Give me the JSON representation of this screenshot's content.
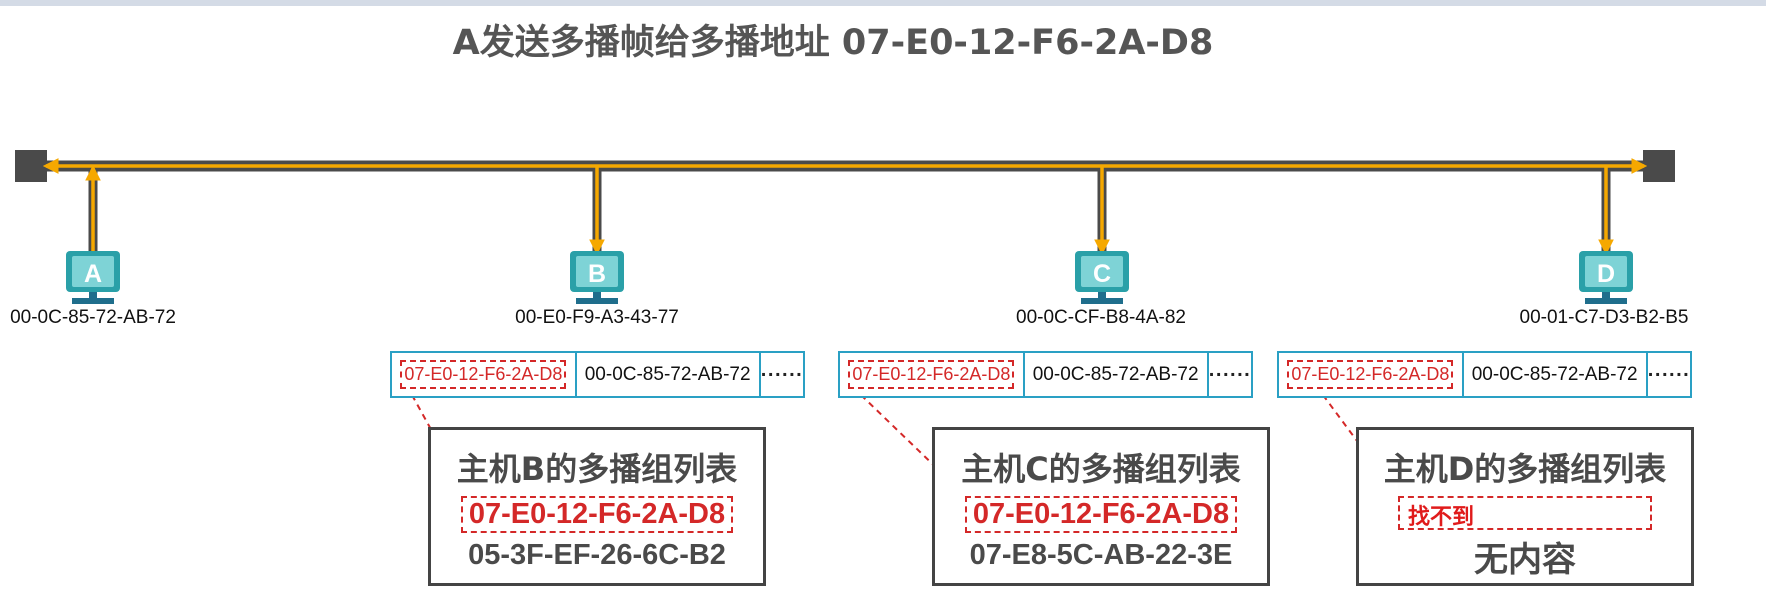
{
  "title": "A发送多播帧给多播地址   07-E0-12-F6-2A-D8",
  "hosts": [
    {
      "letter": "A",
      "mac": "00-0C-85-72-AB-72"
    },
    {
      "letter": "B",
      "mac": "00-E0-F9-A3-43-77"
    },
    {
      "letter": "C",
      "mac": "00-0C-CF-B8-4A-82"
    },
    {
      "letter": "D",
      "mac": "00-01-C7-D3-B2-B5"
    }
  ],
  "frame": {
    "dest": "07-E0-12-F6-2A-D8",
    "src": "00-0C-85-72-AB-72",
    "more": "······"
  },
  "groups": [
    {
      "title": "主机B的多播组列表",
      "match": "07-E0-12-F6-2A-D8",
      "other": "05-3F-EF-26-6C-B2"
    },
    {
      "title": "主机C的多播组列表",
      "match": "07-E0-12-F6-2A-D8",
      "other": "07-E8-5C-AB-22-3E"
    },
    {
      "title": "主机D的多播组列表",
      "not_found": "找不到",
      "empty": "无内容"
    }
  ],
  "colors": {
    "bus": "#4a4a4a",
    "signal": "#f5a800",
    "host_screen": "#2aa0a8",
    "host_base": "#1f6e8c",
    "frame_border": "#2aa0c4",
    "highlight": "#d42828"
  }
}
